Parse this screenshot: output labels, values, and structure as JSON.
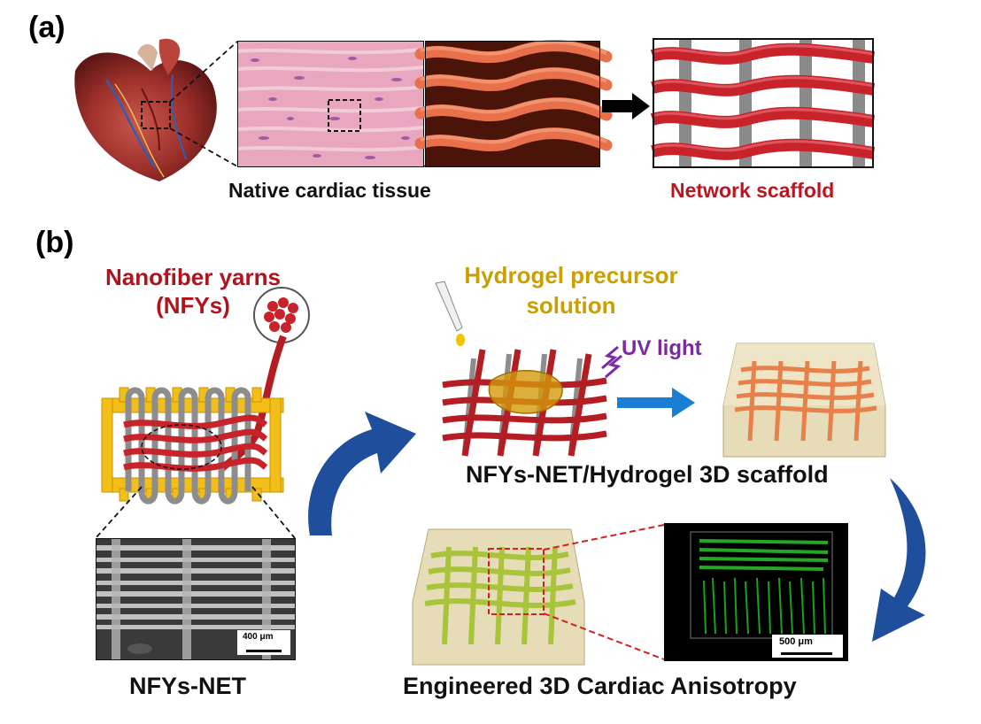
{
  "panel_a": {
    "letter": "(a)",
    "native_label": "Native cardiac tissue",
    "scaffold_label": "Network scaffold"
  },
  "panel_b": {
    "letter": "(b)",
    "nfy_line1": "Nanofiber yarns",
    "nfy_line2": "(NFYs)",
    "hydrogel_line1": "Hydrogel precursor",
    "hydrogel_line2": "solution",
    "uv_label": "UV light",
    "scaffold3d_label": "NFYs-NET/Hydrogel 3D scaffold",
    "nfys_net_label": "NFYs-NET",
    "engineered_label": "Engineered 3D Cardiac Anisotropy",
    "sem_scale": "400 μm",
    "confocal_scale": "500 μm"
  },
  "colors": {
    "red_label": "#c1121f",
    "gold_label": "#c8a000",
    "purple_label": "#7b2aa6",
    "blue_arrow": "#1f4e9c",
    "uv_arrow": "#1a7fd4"
  }
}
